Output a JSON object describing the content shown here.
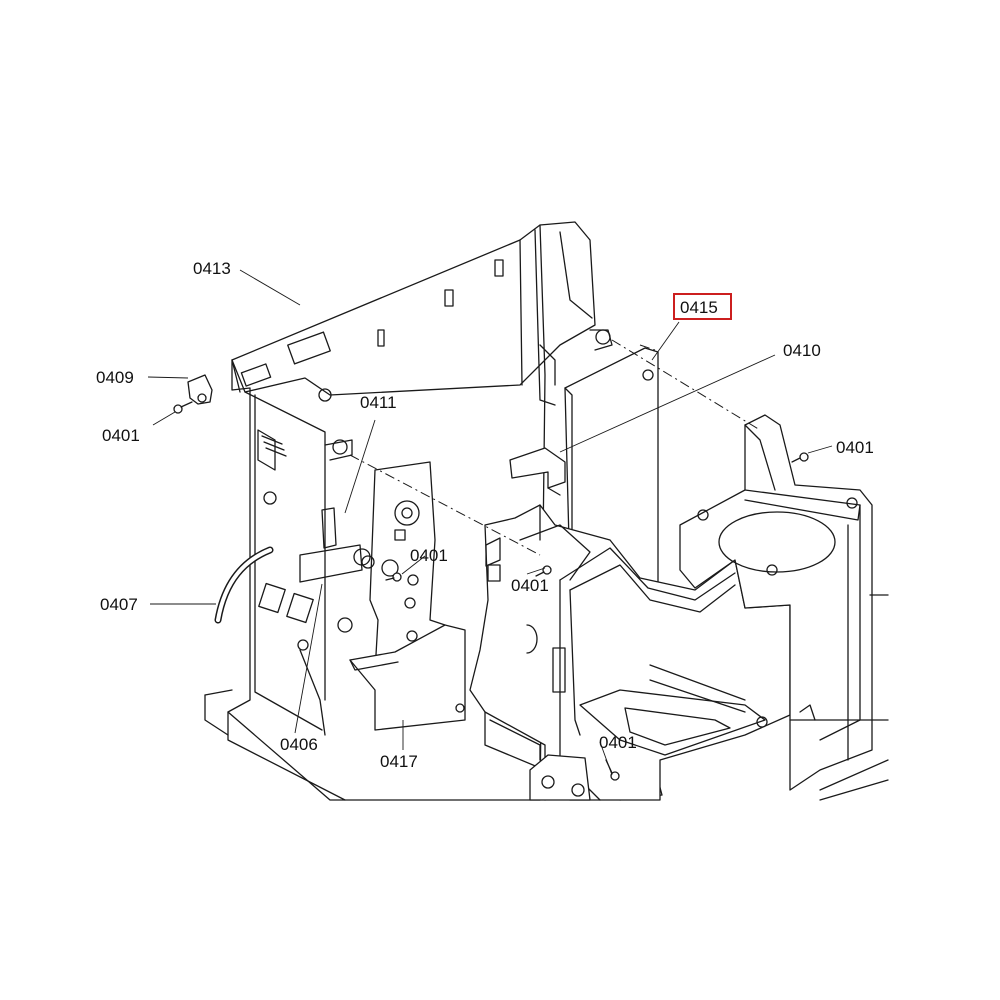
{
  "diagram": {
    "highlight_color": "#cc1f1f",
    "labels": {
      "p0413": "0413",
      "p0409": "0409",
      "p0401_a": "0401",
      "p0411": "0411",
      "p0415": "0415",
      "p0410": "0410",
      "p0401_b": "0401",
      "p0401_c": "0401",
      "p0401_d": "0401",
      "p0407": "0407",
      "p0406": "0406",
      "p0417": "0417",
      "p0401_e": "0401"
    }
  }
}
